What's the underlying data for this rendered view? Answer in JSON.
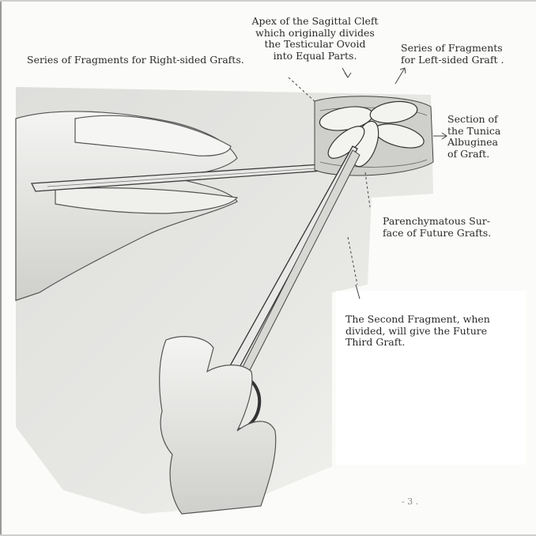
{
  "labels": {
    "apex": [
      "Apex of the Sagittal Cleft",
      "which originally divides",
      "the Testicular Ovoid",
      "into Equal Parts."
    ],
    "right_grafts": "Series of Fragments for Right-sided Grafts.",
    "left_graft": [
      "Series of Fragments",
      "for Left-sided Graft ."
    ],
    "tunica": [
      "Section of",
      "the Tunica",
      "Albuginea",
      "of Graft."
    ],
    "parenchyma": [
      "Parenchymatous Sur-",
      "face of Future Grafts."
    ],
    "second_fragment": [
      "The Second Fragment, when",
      "divided, will give the Future",
      "Third Graft."
    ],
    "page_mark": "- 3 ."
  }
}
